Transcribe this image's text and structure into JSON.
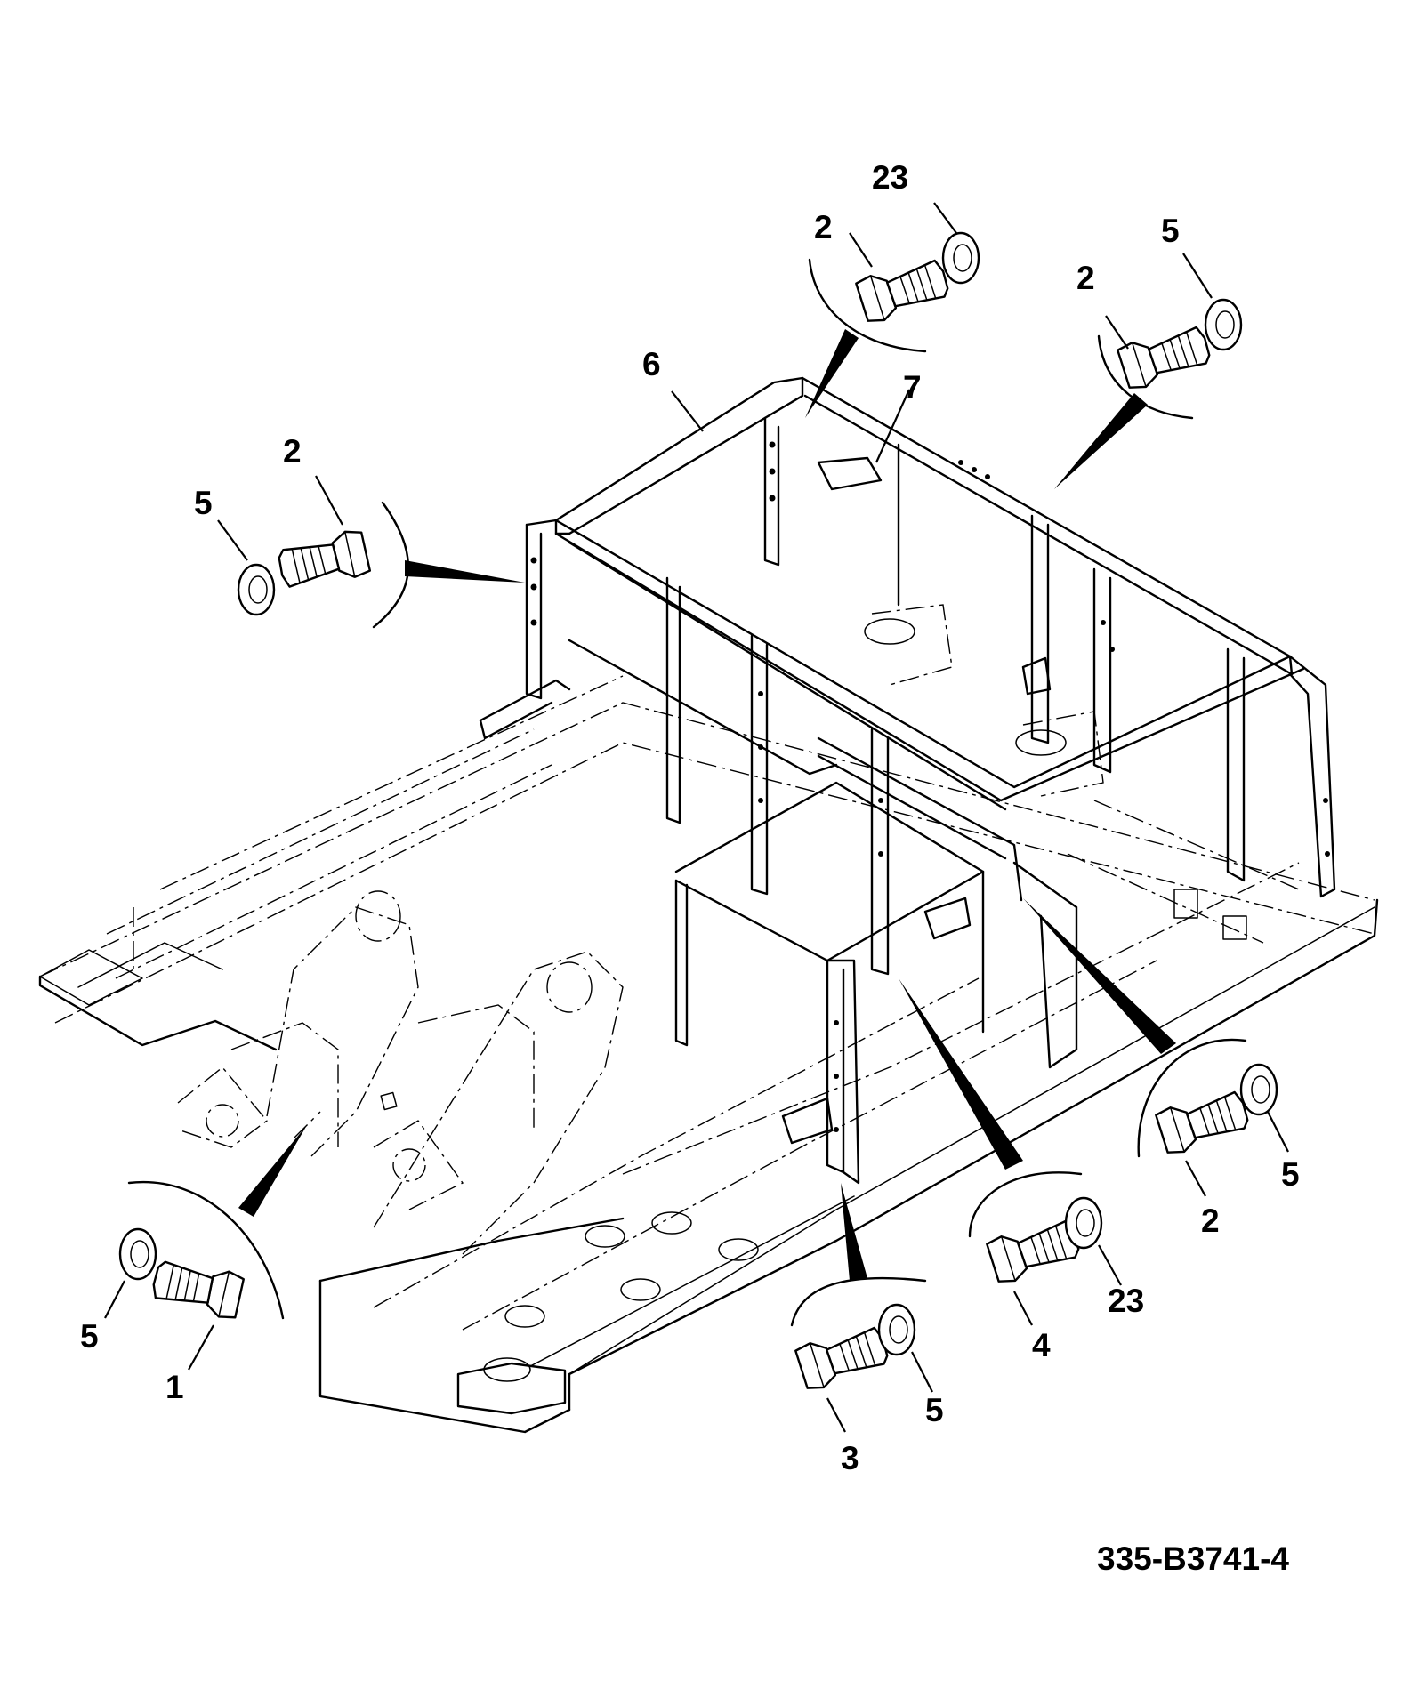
{
  "drawing_number": "335-B3741-4",
  "callouts": [
    {
      "id": "c23a",
      "text": "23"
    },
    {
      "id": "c2a",
      "text": "2"
    },
    {
      "id": "c5a",
      "text": "5"
    },
    {
      "id": "c2b",
      "text": "2"
    },
    {
      "id": "c6",
      "text": "6"
    },
    {
      "id": "c7",
      "text": "7"
    },
    {
      "id": "c2c",
      "text": "2"
    },
    {
      "id": "c5b",
      "text": "5"
    },
    {
      "id": "c5c",
      "text": "5"
    },
    {
      "id": "c2d",
      "text": "2"
    },
    {
      "id": "c5d",
      "text": "5"
    },
    {
      "id": "c1",
      "text": "1"
    },
    {
      "id": "c23b",
      "text": "23"
    },
    {
      "id": "c4",
      "text": "4"
    },
    {
      "id": "c5e",
      "text": "5"
    },
    {
      "id": "c3",
      "text": "3"
    }
  ]
}
